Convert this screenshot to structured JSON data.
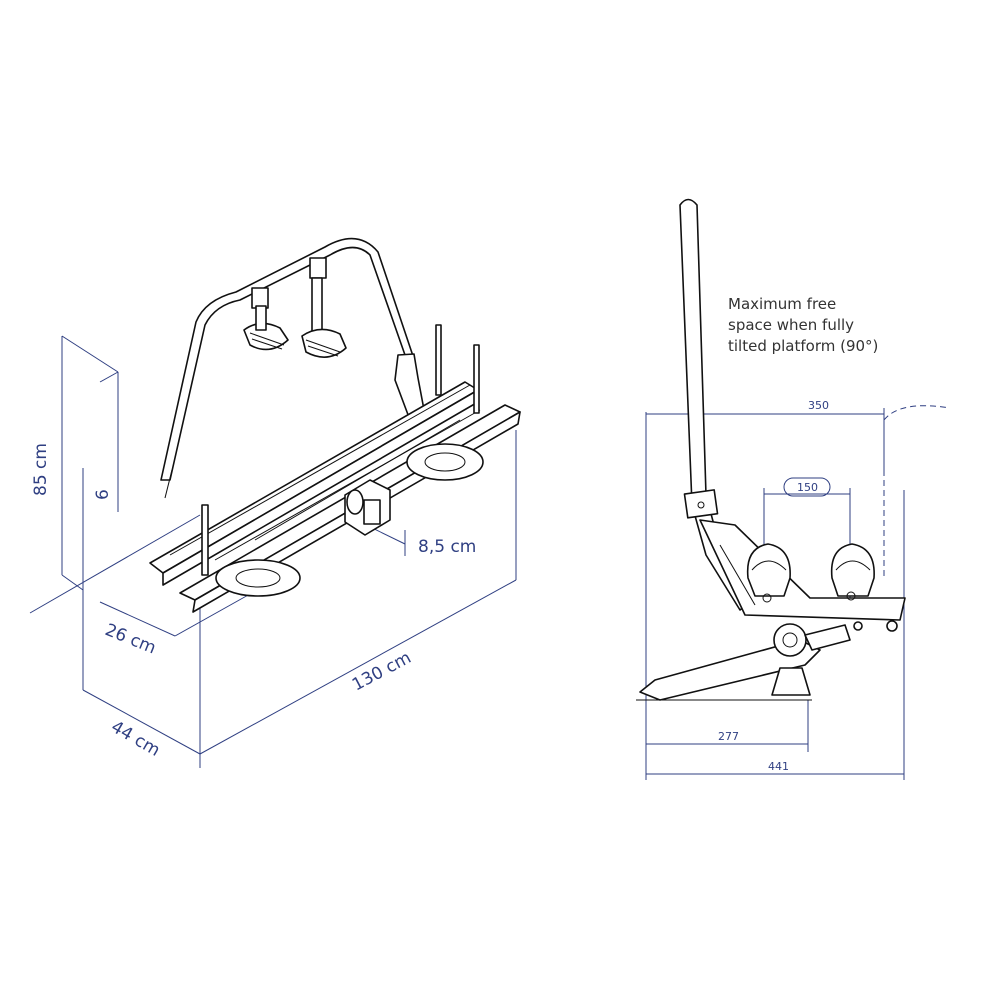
{
  "left_view": {
    "dimensions": {
      "height": "85 cm",
      "small_height": "6",
      "offset": "8,5 cm",
      "depth_small": "26 cm",
      "length": "130 cm",
      "depth": "44 cm"
    }
  },
  "right_view": {
    "note_lines": [
      "Maximum free",
      "space when fully",
      "tilted platform (90°)"
    ],
    "dimensions": {
      "top_width": "350",
      "wheel_spacing": "150",
      "base_partial": "277",
      "total_width": "441"
    }
  },
  "colors": {
    "dimension": "#2f3f82",
    "outline": "#111111"
  }
}
